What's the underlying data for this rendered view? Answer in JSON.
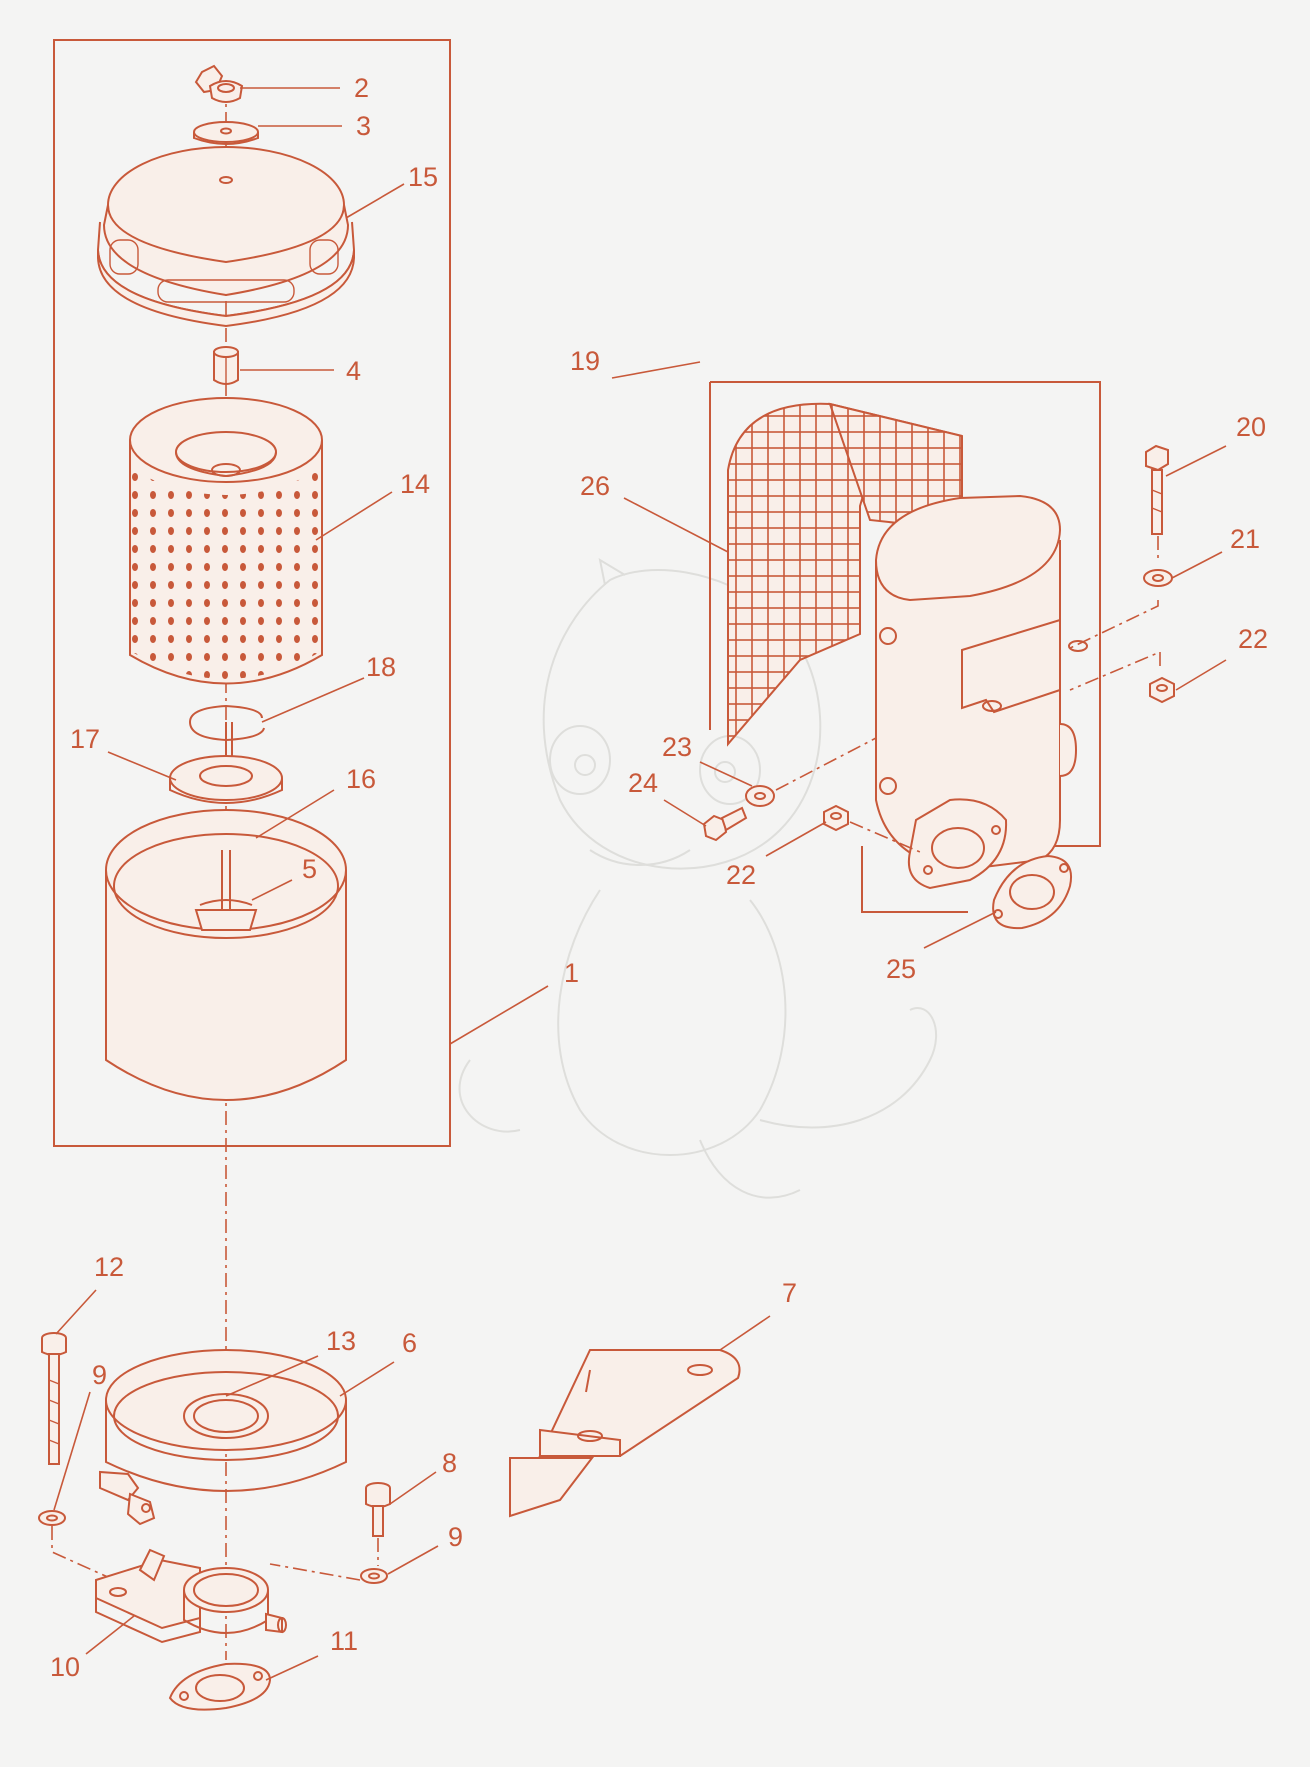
{
  "diagram": {
    "accent_color": "#c8593a",
    "background_color": "#f4f4f3",
    "callouts": {
      "c1": "1",
      "c2": "2",
      "c3": "3",
      "c4": "4",
      "c5": "5",
      "c6": "6",
      "c7": "7",
      "c8": "8",
      "c9a": "9",
      "c9b": "9",
      "c10": "10",
      "c11": "11",
      "c12": "12",
      "c13": "13",
      "c14": "14",
      "c15": "15",
      "c16": "16",
      "c17": "17",
      "c18": "18",
      "c19": "19",
      "c20": "20",
      "c21": "21",
      "c22a": "22",
      "c22b": "22",
      "c23": "23",
      "c24": "24",
      "c25": "25",
      "c26": "26"
    }
  }
}
